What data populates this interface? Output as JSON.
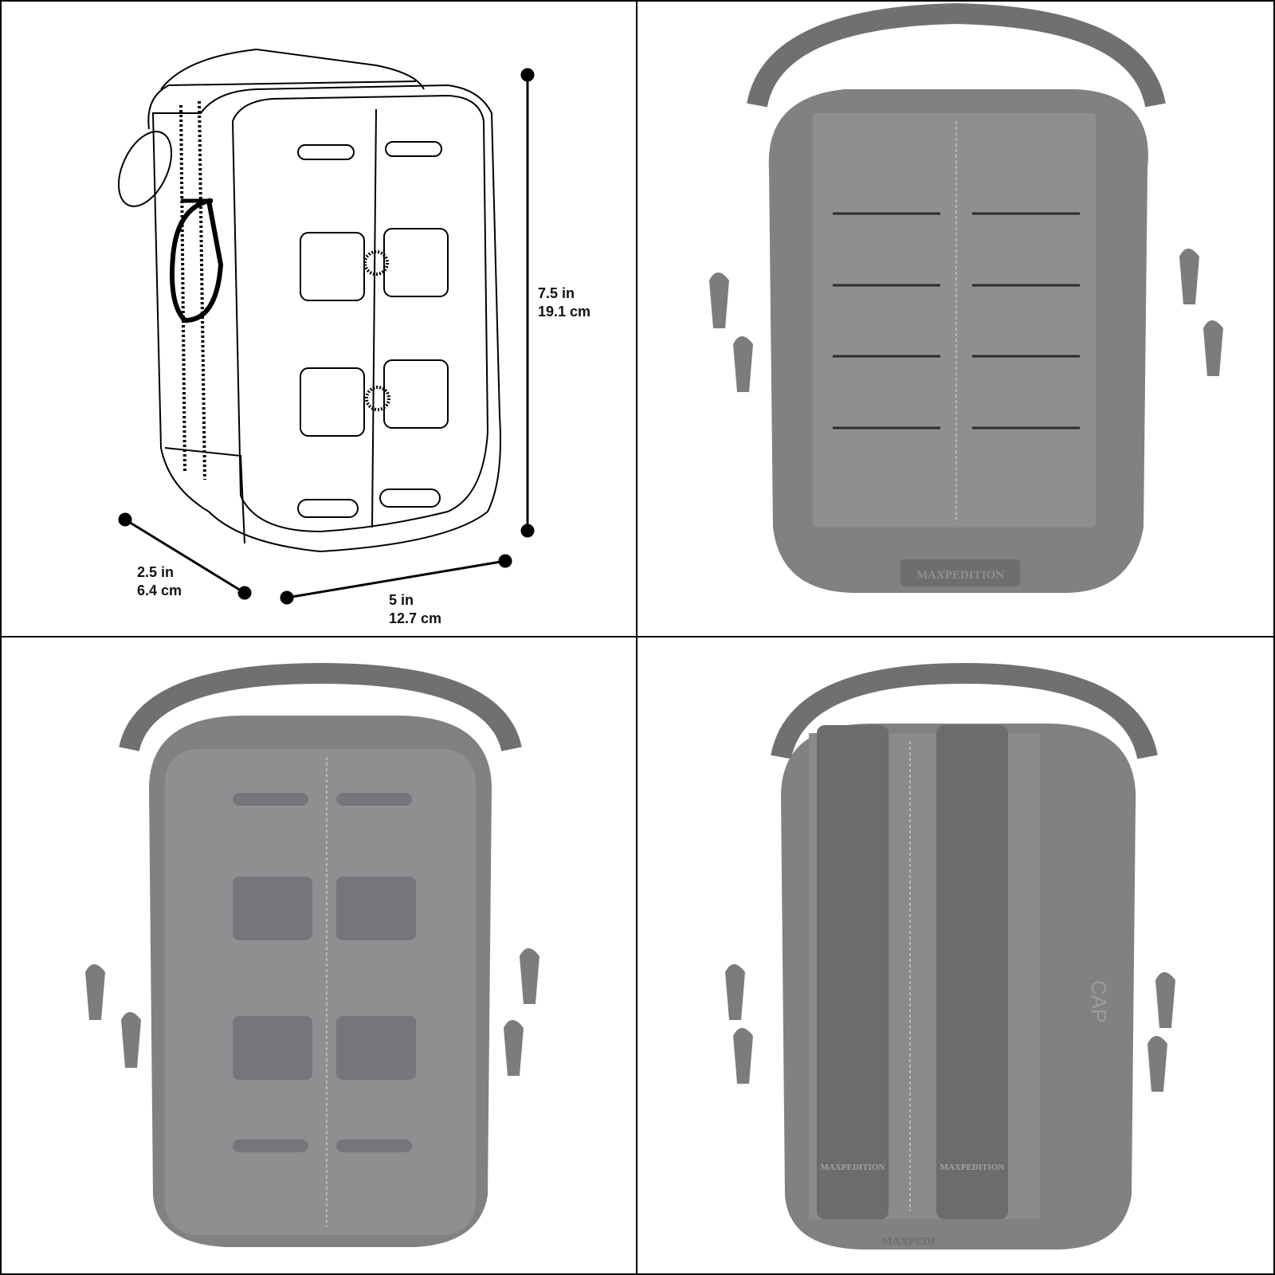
{
  "panels": {
    "dimension_drawing": {
      "height_label": {
        "in": "7.5 in",
        "cm": "19.1 cm"
      },
      "depth_label": {
        "in": "2.5 in",
        "cm": "6.4 cm"
      },
      "width_label": {
        "in": "5 in",
        "cm": "12.7 cm"
      }
    },
    "front_view": {
      "logo_text": "MAXPEDITION"
    },
    "back_view": {},
    "rear_clip_view": {
      "clip_logo_text": "MAXPEDITION",
      "bottom_logo_text": "MAXPEDI",
      "side_text": "CAP"
    }
  },
  "colors": {
    "fabric": "#7f8183",
    "panel": "#8d8f91",
    "dark": "#5e6062",
    "line": "#000000",
    "background": "#ffffff"
  }
}
